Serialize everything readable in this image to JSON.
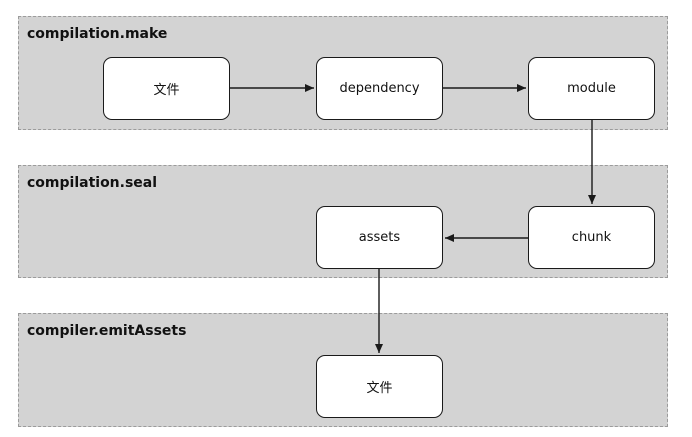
{
  "phases": {
    "make": {
      "label": "compilation.make"
    },
    "seal": {
      "label": "compilation.seal"
    },
    "emit": {
      "label": "compiler.emitAssets"
    }
  },
  "nodes": {
    "file_top": "文件",
    "dependency": "dependency",
    "module": "module",
    "chunk": "chunk",
    "assets": "assets",
    "file_bottom": "文件"
  },
  "edges": [
    {
      "from": "file_top",
      "to": "dependency"
    },
    {
      "from": "dependency",
      "to": "module"
    },
    {
      "from": "module",
      "to": "chunk"
    },
    {
      "from": "chunk",
      "to": "assets"
    },
    {
      "from": "assets",
      "to": "file_bottom"
    }
  ],
  "colors": {
    "phase_fill": "#d3d3d3",
    "phase_border": "#9b9b9b",
    "node_fill": "#ffffff",
    "stroke": "#1a1a1a"
  }
}
